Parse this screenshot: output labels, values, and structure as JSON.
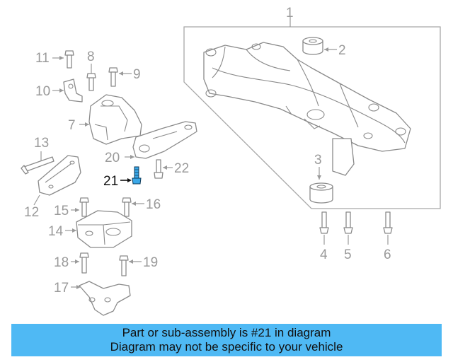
{
  "diagram": {
    "highlighted_part": "21",
    "callouts": [
      "1",
      "2",
      "3",
      "4",
      "5",
      "6",
      "7",
      "8",
      "9",
      "10",
      "11",
      "12",
      "13",
      "14",
      "15",
      "16",
      "17",
      "18",
      "19",
      "20",
      "21",
      "22"
    ]
  },
  "banner": {
    "line1": "Part or sub-assembly is #21 in diagram",
    "line2": "Diagram may not be specific to your vehicle"
  },
  "colors": {
    "banner_background": "#4fb9f4",
    "highlight_part": "#3aa8e8",
    "line_art": "#8a8a8a"
  }
}
